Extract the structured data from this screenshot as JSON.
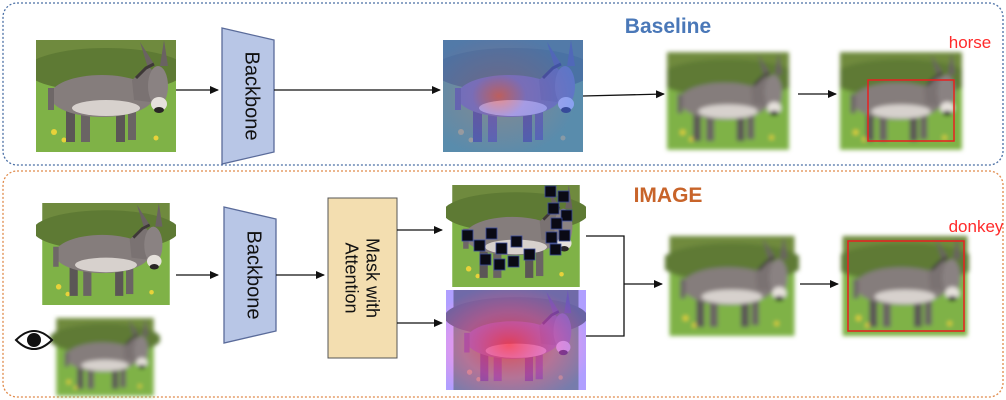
{
  "panels": {
    "baseline": {
      "title": "Baseline",
      "title_color": "#4a78b8",
      "border_color": "#4a6fa5",
      "backbone_label": "Backbone",
      "prediction": "horse",
      "prediction_color": "#ff2a2a"
    },
    "image": {
      "title": "IMAGE",
      "title_color": "#c8642a",
      "border_color": "#e08a4a",
      "backbone_label": "Backbone",
      "module_label_line1": "Mask with",
      "module_label_line2": "Attention",
      "module_fill": "#f3deb0",
      "prediction": "donkey",
      "prediction_color": "#ff2a2a"
    }
  },
  "colors": {
    "backbone_fill": "#b8c6e6",
    "backbone_stroke": "#5a6b9a",
    "arrow": "#111111",
    "bbox": "#e82020"
  },
  "icons": {
    "observer": "eye-icon",
    "input_image": "donkey-photo",
    "masked_image": "masked-donkey-photo",
    "attention_map": "attention-heatmap-photo",
    "blurred_image": "blurred-donkey-photo"
  }
}
